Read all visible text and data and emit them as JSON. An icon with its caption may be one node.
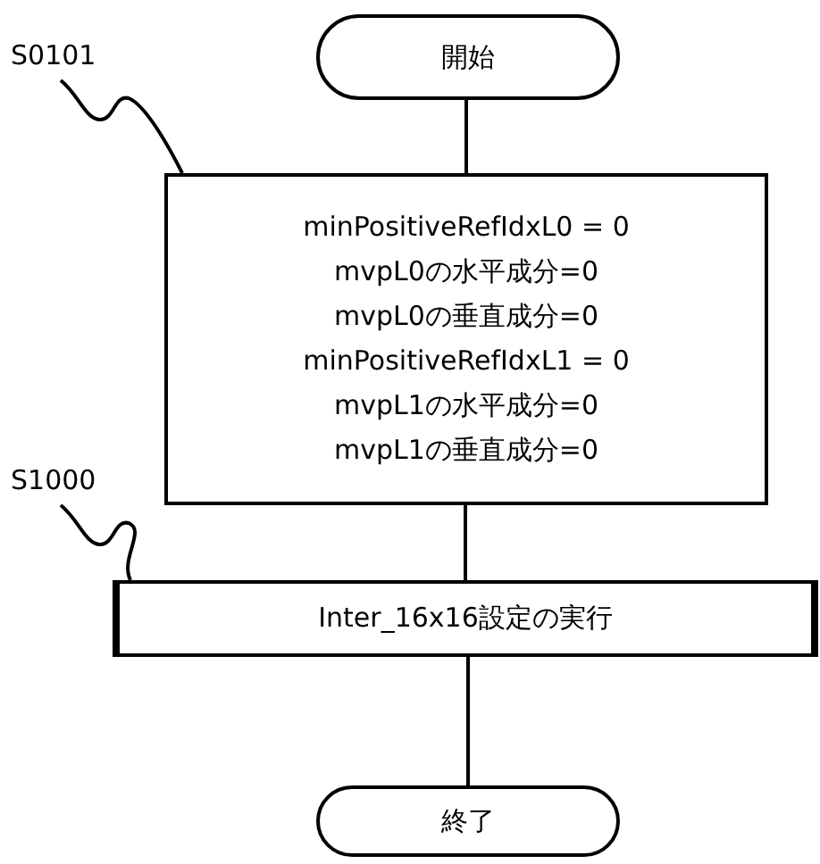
{
  "diagram": {
    "nodes": [
      {
        "text": [
          "開始"
        ]
      },
      {
        "text": [
          "S0101"
        ]
      },
      {
        "text": [
          "minPositiveRefIdxL0 = 0",
          "mvpL0の水平成分=0",
          "mvpL0の垂直成分=0",
          "minPositiveRefIdxL1 = 0",
          "mvpL1の水平成分=0",
          "mvpL1の垂直成分=0"
        ]
      },
      {
        "text": [
          "S1000"
        ]
      },
      {
        "text": [
          "Inter_16x16設定の実行"
        ]
      },
      {
        "text": [
          "終了"
        ]
      }
    ],
    "edges": [
      {
        "from": 0,
        "to": 2,
        "arrow": "none"
      },
      {
        "from": 1,
        "to": 2,
        "arrow": "none"
      },
      {
        "from": 2,
        "to": 4,
        "arrow": "none"
      },
      {
        "from": 3,
        "to": 4,
        "arrow": "none"
      },
      {
        "from": 4,
        "to": 5,
        "arrow": "none"
      }
    ]
  }
}
